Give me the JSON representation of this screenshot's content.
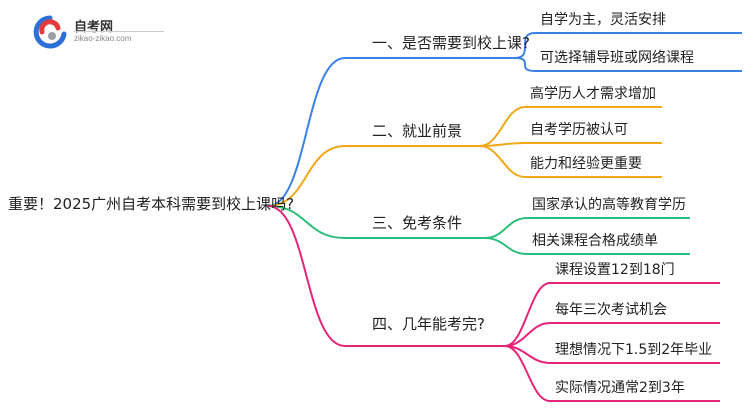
{
  "logo": {
    "title": "自考网",
    "url": "zikao-zikao.com",
    "colors": {
      "red": "#e33b3b",
      "blue": "#2c6fd8",
      "gray": "#9aa0a6"
    }
  },
  "root": {
    "text": "重要！2025广州自考本科需要到校上课吗?"
  },
  "branches": [
    {
      "label": "一、是否需要到校上课?",
      "color": "#3b82e6",
      "leaves": [
        "自学为主，灵活安排",
        "可选择辅导班或网络课程"
      ]
    },
    {
      "label": "二、就业前景",
      "color": "#f0a818",
      "leaves": [
        "高学历人才需求增加",
        "自考学历被认可",
        "能力和经验更重要"
      ]
    },
    {
      "label": "三、免考条件",
      "color": "#2bbf7a",
      "leaves": [
        "国家承认的高等教育学历",
        "相关课程合格成绩单"
      ]
    },
    {
      "label": "四、几年能考完?",
      "color": "#e5247a",
      "leaves": [
        "课程设置12到18门",
        "每年三次考试机会",
        "理想情况下1.5到2年毕业",
        "实际情况通常2到3年"
      ]
    }
  ]
}
